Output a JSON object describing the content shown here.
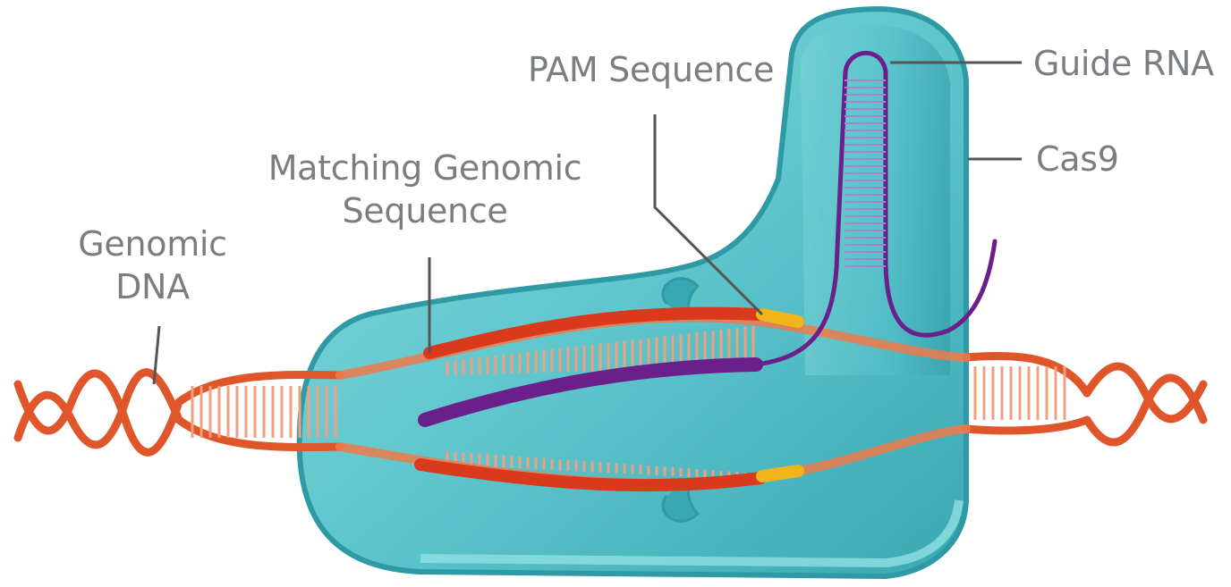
{
  "labels": {
    "genomic_dna": [
      "Genomic",
      "DNA"
    ],
    "matching_sequence": [
      "Matching Genomic",
      "Sequence"
    ],
    "pam_sequence": "PAM Sequence",
    "guide_rna": "Guide RNA",
    "cas9": "Cas9"
  },
  "colors": {
    "cas9_body": "#5fc6cd",
    "cas9_dark": "#2e9aa6",
    "dna_strand": "#e0562b",
    "dna_dark": "#c4391a",
    "target_strand": "#d93a1c",
    "guide_rna": "#6a1f8a",
    "pam": "#f2b418",
    "label_text": "#7a7e80",
    "leader_line": "#555555"
  },
  "icons": [
    "cas9-protein-shape",
    "dna-double-helix",
    "guide-rna-hairpin"
  ]
}
